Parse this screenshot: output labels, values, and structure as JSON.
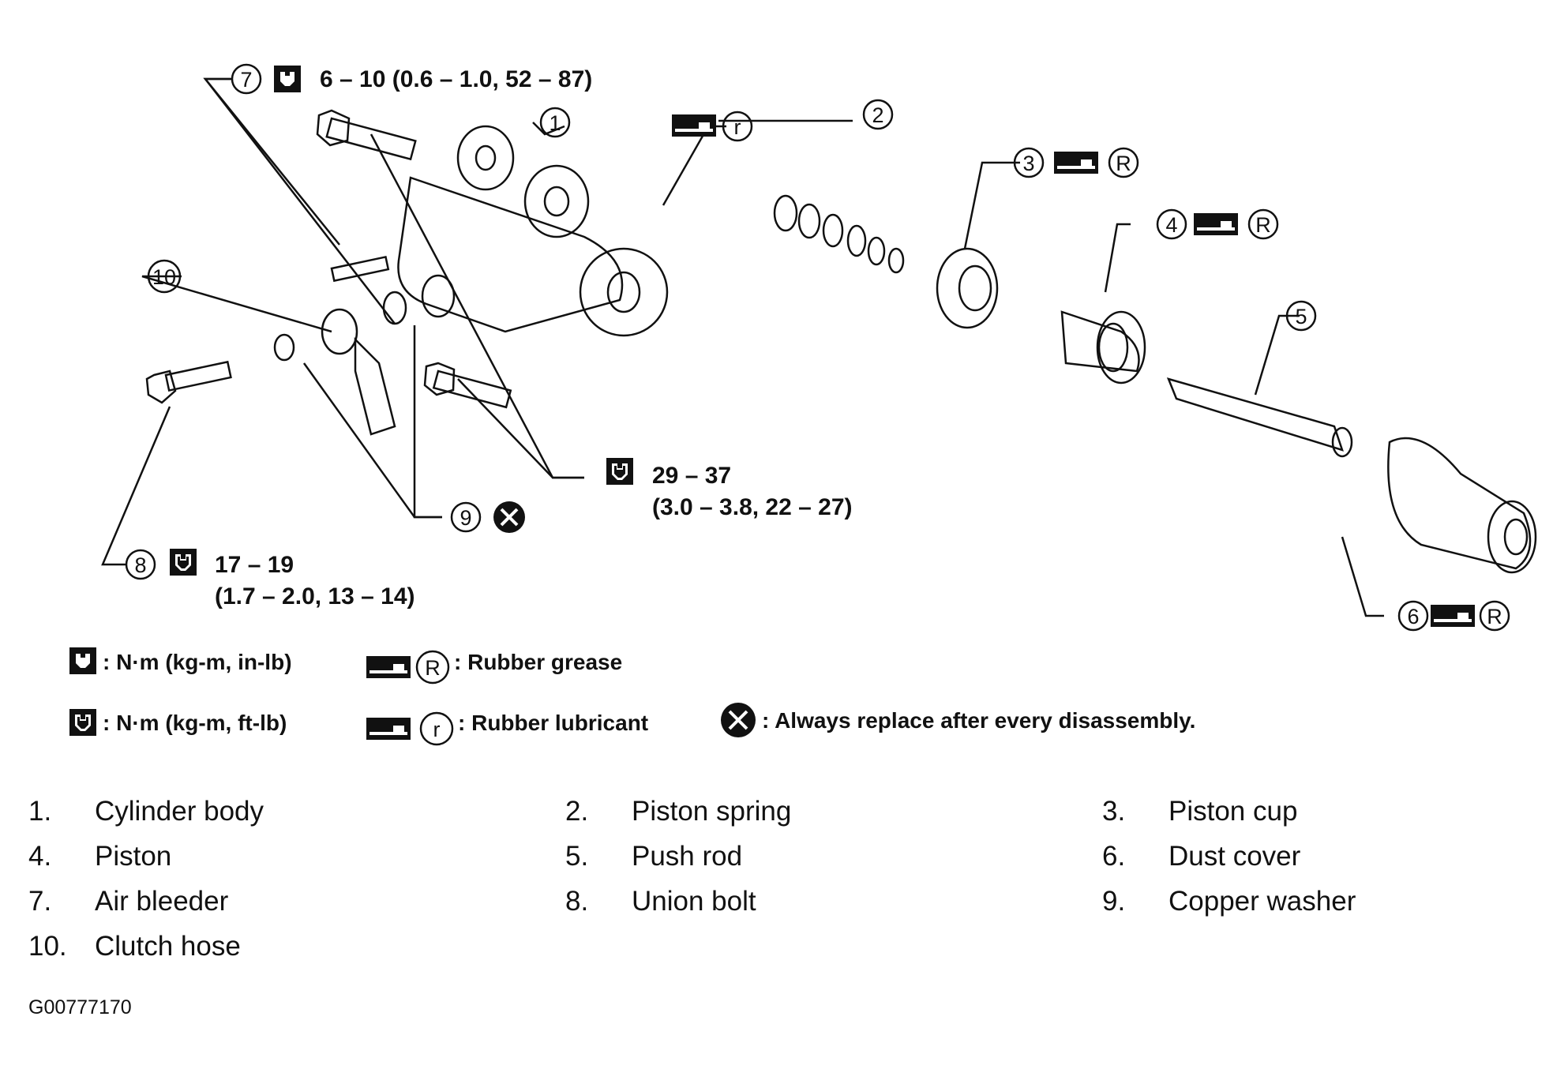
{
  "callouts": {
    "c1": "1",
    "c2": "2",
    "c3": "3",
    "c4": "4",
    "c5": "5",
    "c6": "6",
    "c7": "7",
    "c8": "8",
    "c9": "9",
    "c10": "10",
    "rubber_lubricant_symbol": "r",
    "rubber_grease_symbol": "R"
  },
  "torque": {
    "air_bleeder": "6 – 10 (0.6 – 1.0, 52 – 87)",
    "cylinder_bolts_line1": "29 – 37",
    "cylinder_bolts_line2": "(3.0 – 3.8, 22 – 27)",
    "union_bolt_line1": "17 – 19",
    "union_bolt_line2": "(1.7 – 2.0, 13 – 14)"
  },
  "legend": {
    "nm_in_lb": ": N·m (kg-m, in-lb)",
    "nm_ft_lb": ": N·m (kg-m, ft-lb)",
    "rubber_grease": ": Rubber grease",
    "rubber_lubricant": ": Rubber lubricant",
    "always_replace": ": Always replace after every disassembly."
  },
  "parts": [
    {
      "num": "1.",
      "label": "Cylinder body"
    },
    {
      "num": "2.",
      "label": "Piston spring"
    },
    {
      "num": "3.",
      "label": "Piston cup"
    },
    {
      "num": "4.",
      "label": "Piston"
    },
    {
      "num": "5.",
      "label": "Push rod"
    },
    {
      "num": "6.",
      "label": "Dust cover"
    },
    {
      "num": "7.",
      "label": "Air bleeder"
    },
    {
      "num": "8.",
      "label": "Union bolt"
    },
    {
      "num": "9.",
      "label": "Copper washer"
    },
    {
      "num": "10.",
      "label": "Clutch hose"
    }
  ],
  "figure_code": "G00777170",
  "icons": [
    "torque-wrench-icon",
    "grease-gun-icon",
    "replace-x-icon"
  ]
}
